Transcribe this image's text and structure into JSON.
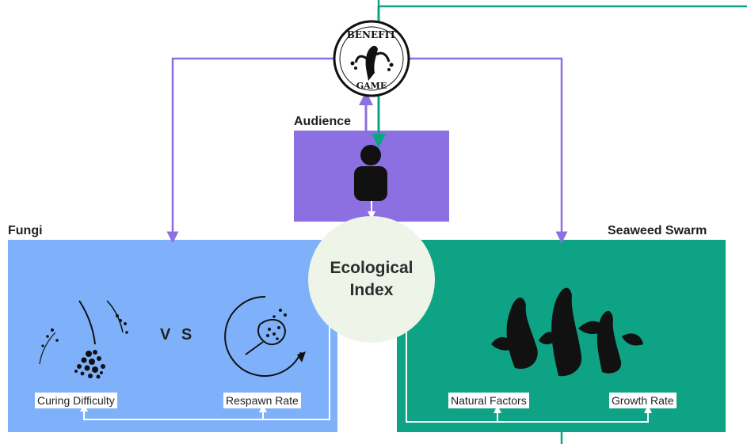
{
  "title": {
    "audience": "Audience",
    "fungi": "Fungi",
    "seaweed": "Seaweed Swarm"
  },
  "center": {
    "line1": "Ecological",
    "line2": "Index"
  },
  "logo": {
    "top_text": "BENEFIT",
    "bottom_text": "GAME"
  },
  "fungi": {
    "vs": "V S",
    "label_left": "Curing Difficulty",
    "label_right": "Respawn Rate"
  },
  "seaweed": {
    "label_left": "Natural Factors",
    "label_right": "Growth Rate"
  },
  "colors": {
    "purple": "#8c6fe0",
    "arrow_purple": "#8e6fe2",
    "teal": "#0ea384",
    "blue": "#7fb1fb"
  },
  "icons": {
    "audience": "person-icon",
    "logo": "benefit-game-logo-icon"
  }
}
